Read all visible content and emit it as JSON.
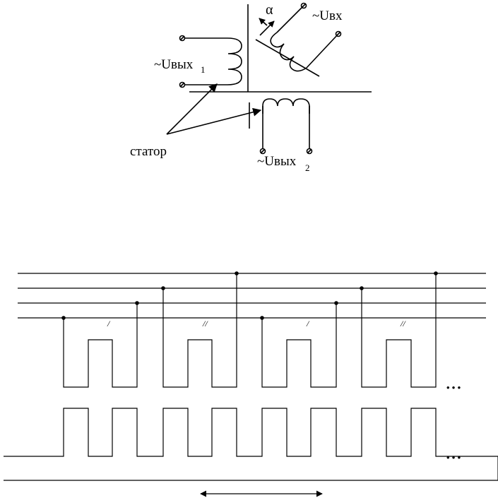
{
  "resolver": {
    "input_label": "~Uвх",
    "angle_label": "α",
    "output1_label": "~Uвых",
    "output1_sub": "1",
    "output2_label": "~Uвых",
    "output2_sub": "2",
    "stator_label": "статор"
  },
  "inductosyn": {
    "mark_single": "/",
    "mark_double": "//",
    "ellipsis_top": "• • •",
    "ellipsis_bottom": "• • •"
  }
}
